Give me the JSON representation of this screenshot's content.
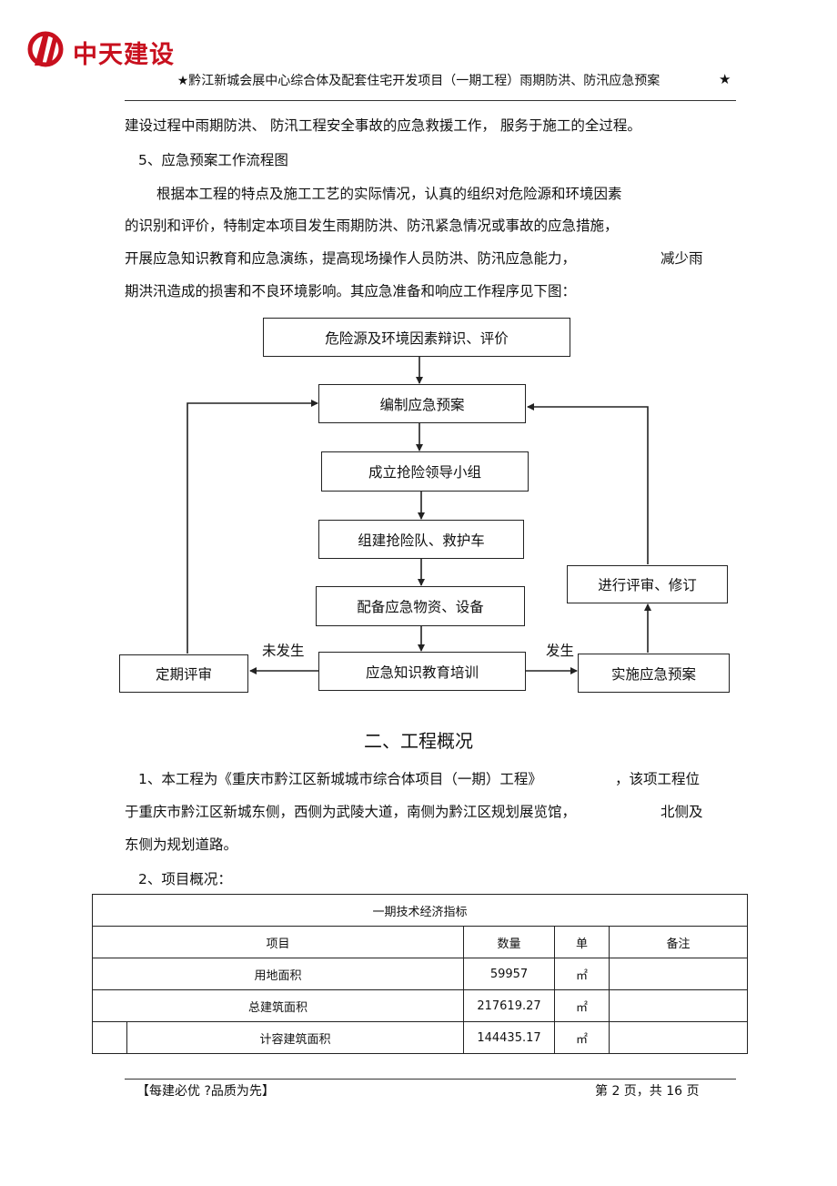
{
  "header": {
    "logo_text": "中天建设",
    "title": "★黔江新城会展中心综合体及配套住宅开发项目（一期工程）雨期防洪、防汛应急预案",
    "star": "★"
  },
  "body": {
    "line1": "建设过程中雨期防洪、 防汛工程安全事故的应急救援工作，  服务于施工的全过程。",
    "item5": "5、应急预案工作流程图",
    "p1": "根据本工程的特点及施工工艺的实际情况，认真的组织对危险源和环境因素",
    "p2": "的识别和评价，特制定本项目发生雨期防洪、防汛紧急情况或事故的应急措施，",
    "p3a": "开展应急知识教育和应急演练，提高现场操作人员防洪、防汛应急能力，",
    "p3b": "减少雨",
    "p4": "期洪汛造成的损害和不良环境影响。其应急准备和响应工作程序见下图："
  },
  "flowchart": {
    "hazard": "危险源及环境因素辩识、评价",
    "compile": "编制应急预案",
    "leadership": "成立抢险领导小组",
    "team": "组建抢险队、救护车",
    "materials": "配备应急物资、设备",
    "training": "应急知识教育培训",
    "review": "定期评审",
    "implement": "实施应急预案",
    "revise": "进行评审、修订",
    "label_not_occur": "未发生",
    "label_occur": "发生"
  },
  "section2": {
    "title": "二、工程概况",
    "p1a": "1、本工程为《重庆市黔江区新城城市综合体项目（一期）工程》",
    "p1b": "，该项工程位",
    "p2a": "于重庆市黔江区新城东侧，西侧为武陵大道，南侧为黔江区规划展览馆，",
    "p2b": "北侧及",
    "p3": "东侧为规划道路。",
    "item2": "2、项目概况："
  },
  "table": {
    "title": "一期技术经济指标",
    "headers": [
      "项目",
      "数量",
      "单",
      "备注"
    ],
    "rows": [
      {
        "name": "用地面积",
        "qty": "59957",
        "unit": "㎡",
        "note": ""
      },
      {
        "name": "总建筑面积",
        "qty": "217619.27",
        "unit": "㎡",
        "note": ""
      },
      {
        "name": "计容建筑面积",
        "qty": "144435.17",
        "unit": "㎡",
        "note": ""
      }
    ]
  },
  "footer": {
    "left": "【每建必优    ?品质为先】",
    "right": "第 2 页，共  16 页"
  }
}
